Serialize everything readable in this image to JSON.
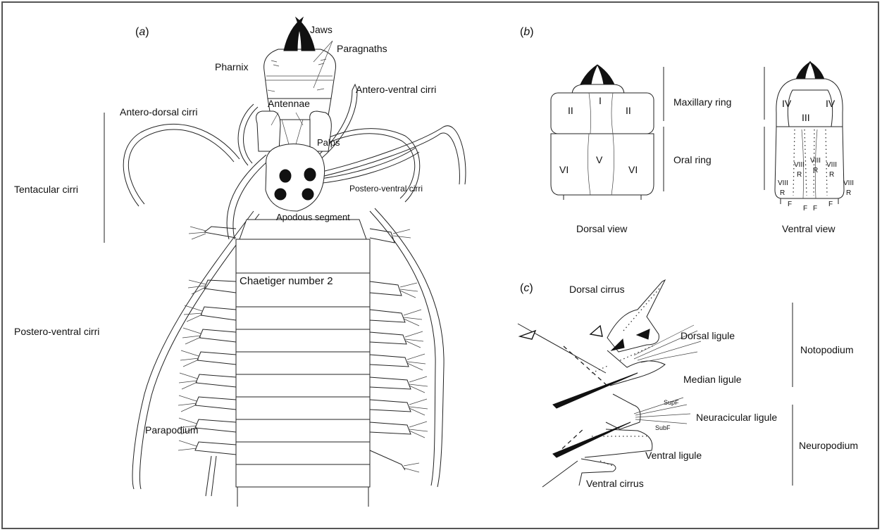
{
  "panels": {
    "a": {
      "label": "a"
    },
    "b": {
      "label": "b"
    },
    "c": {
      "label": "c"
    }
  },
  "panel_a": {
    "jaws": "Jaws",
    "paragnaths": "Paragnaths",
    "pharnix": "Pharnix",
    "antero_ventral_cirri": "Antero-ventral cirri",
    "antennae": "Antennae",
    "antero_dorsal_cirri": "Antero-dorsal cirri",
    "palps": "Palps",
    "tentacular_cirri": "Tentacular cirri",
    "postero_ventral_cirri_upper": "Postero-ventral cirri",
    "apodous_segment": "Apodous segment",
    "chaetiger": "Chaetiger number 2",
    "postero_ventral_cirri_lower": "Postero-ventral cirri",
    "parapodium": "Parapodium"
  },
  "panel_b": {
    "dorsal": {
      "II_left": "II",
      "I": "I",
      "II_right": "II",
      "VI_left": "VI",
      "V": "V",
      "VI_right": "VI"
    },
    "maxillary_ring": "Maxillary ring",
    "oral_ring": "Oral ring",
    "ventral": {
      "IV_left": "IV",
      "III": "III",
      "IV_right": "IV"
    },
    "viii": [
      "VIII",
      "VIII",
      "VIII",
      "VIII",
      "VIII"
    ],
    "r": [
      "R",
      "R",
      "R",
      "R",
      "R"
    ],
    "f": [
      "F",
      "F",
      "F",
      "F"
    ],
    "dorsal_view": "Dorsal view",
    "ventral_view": "Ventral view"
  },
  "panel_c": {
    "dorsal_cirrus": "Dorsal cirrus",
    "dorsal_ligule": "Dorsal ligule",
    "median_ligule": "Median ligule",
    "notopodium": "Notopodium",
    "supf": "SupF",
    "neuracicular_ligule": "Neuracicular ligule",
    "subf": "SubF",
    "neuropodium": "Neuropodium",
    "ventral_ligule": "Ventral ligule",
    "ventral_cirrus": "Ventral cirrus"
  }
}
